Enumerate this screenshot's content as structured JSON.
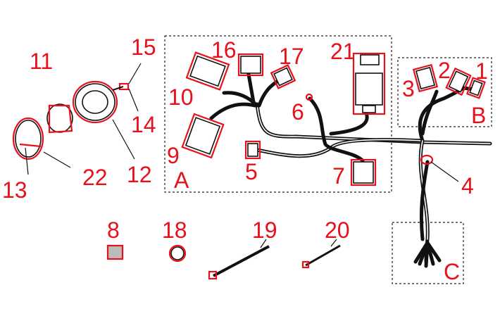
{
  "colors": {
    "callout": "#e8101a",
    "line": "#111111",
    "background": "#ffffff"
  },
  "callouts": {
    "n1": "1",
    "n2": "2",
    "n3": "3",
    "n4": "4",
    "n5": "5",
    "n6": "6",
    "n7": "7",
    "n8": "8",
    "n9": "9",
    "n10": "10",
    "n11": "11",
    "n12": "12",
    "n13": "13",
    "n14": "14",
    "n15": "15",
    "n16": "16",
    "n17": "17",
    "n18": "18",
    "n19": "19",
    "n20": "20",
    "n21": "21",
    "n22": "22"
  },
  "groups": {
    "a": "A",
    "b": "B",
    "c": "C"
  }
}
